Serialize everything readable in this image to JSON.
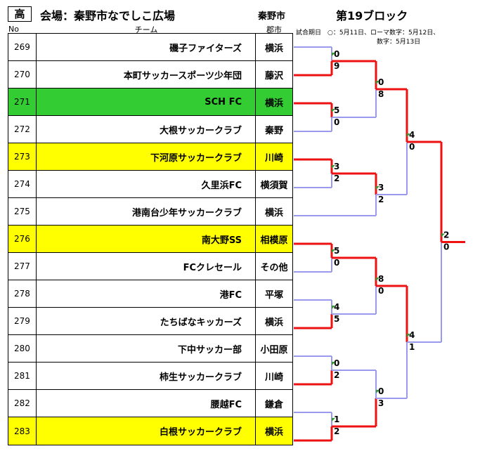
{
  "header": {
    "category": "高",
    "venue": "会場：秦野市なでしこ広場",
    "city": "秦野市",
    "block": "第19ブロック"
  },
  "columns": {
    "no": "No",
    "team": "チーム",
    "city": "郡市"
  },
  "note": {
    "line1": "試合期日　○：5月11日、ローマ数字：5月12日、",
    "line2": "数字：5月13日"
  },
  "rows": [
    {
      "no": "269",
      "team": "磯子ファイターズ",
      "city": "横浜",
      "highlight": ""
    },
    {
      "no": "270",
      "team": "本町サッカースポーツ少年団",
      "city": "藤沢",
      "highlight": ""
    },
    {
      "no": "271",
      "team": "SCH FC",
      "city": "横浜",
      "highlight": "green"
    },
    {
      "no": "272",
      "team": "大根サッカークラブ",
      "city": "秦野",
      "highlight": ""
    },
    {
      "no": "273",
      "team": "下河原サッカークラブ",
      "city": "川崎",
      "highlight": "yellow"
    },
    {
      "no": "274",
      "team": "久里浜FC",
      "city": "横須賀",
      "highlight": ""
    },
    {
      "no": "275",
      "team": "港南台少年サッカークラブ",
      "city": "横浜",
      "highlight": ""
    },
    {
      "no": "276",
      "team": "南大野SS",
      "city": "相模原",
      "highlight": "yellow"
    },
    {
      "no": "277",
      "team": "FCクレセール",
      "city": "その他",
      "highlight": ""
    },
    {
      "no": "278",
      "team": "港FC",
      "city": "平塚",
      "highlight": ""
    },
    {
      "no": "279",
      "team": "たちばなキッカーズ",
      "city": "横浜",
      "highlight": ""
    },
    {
      "no": "280",
      "team": "下中サッカー部",
      "city": "小田原",
      "highlight": ""
    },
    {
      "no": "281",
      "team": "柿生サッカークラブ",
      "city": "川崎",
      "highlight": ""
    },
    {
      "no": "282",
      "team": "腰越FC",
      "city": "鎌倉",
      "highlight": ""
    },
    {
      "no": "283",
      "team": "白根サッカークラブ",
      "city": "横浜",
      "highlight": "yellow"
    }
  ],
  "colors": {
    "win": "#ee1111",
    "lose": "#9999ee",
    "green": "#33cc33",
    "yellow": "#ffff00"
  },
  "bracket": {
    "r1_scores": [
      [
        "0",
        "9"
      ],
      [
        "5",
        "0"
      ],
      [
        "3",
        "2"
      ],
      [
        "5",
        "0"
      ],
      [
        "4",
        "5"
      ],
      [
        "0",
        "2"
      ],
      [
        "1",
        "2"
      ]
    ],
    "r2_scores": [
      [
        "0",
        "8"
      ],
      [
        "3",
        "2"
      ],
      [
        "8",
        "0"
      ],
      [
        "0",
        "3"
      ]
    ],
    "r3_scores": [
      [
        "4",
        "0"
      ],
      [
        "4",
        "1"
      ]
    ],
    "final_scores": [
      "2",
      "0"
    ]
  }
}
